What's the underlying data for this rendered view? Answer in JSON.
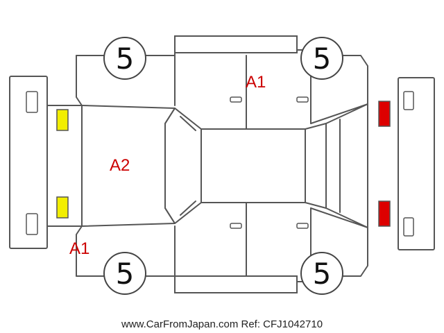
{
  "colors": {
    "damage_text": "#cc0000",
    "front_lamp": "#f2ee00",
    "rear_lamp": "#dd0000",
    "line": "#555555"
  },
  "wheels": {
    "front_left": "5",
    "rear_left": "5",
    "front_right": "5",
    "rear_right": "5"
  },
  "damage_marks": {
    "left_side": "A1",
    "hood": "A2",
    "front_corner": "A1"
  },
  "footer": "www.CarFromJapan.com Ref: CFJ1042710"
}
